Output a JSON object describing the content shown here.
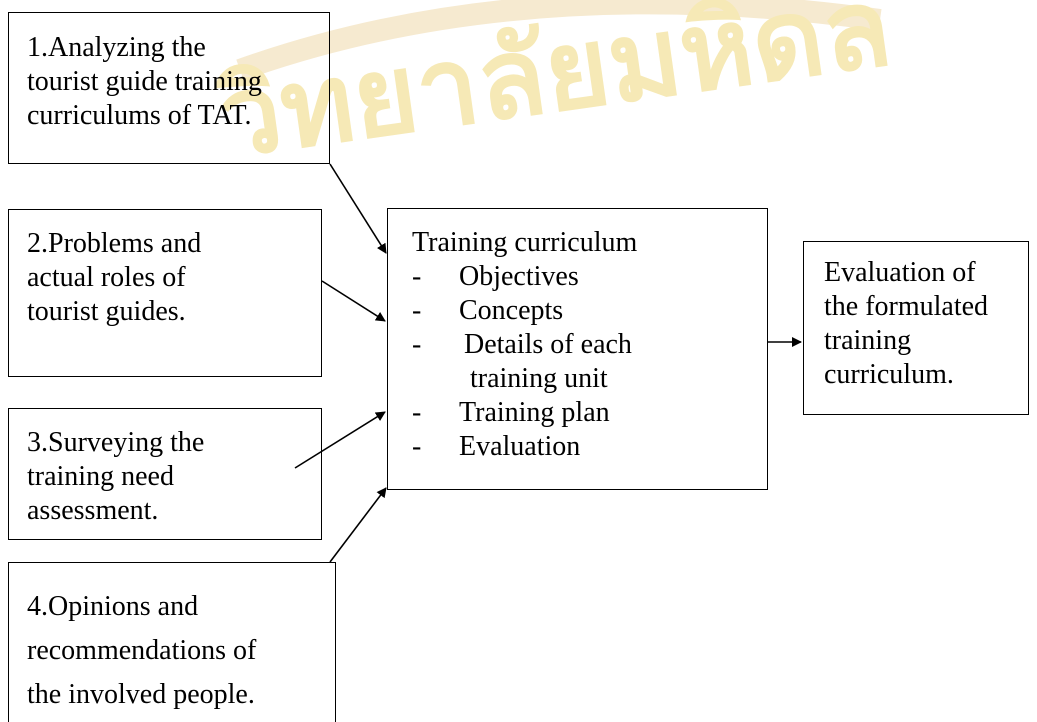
{
  "watermark": {
    "text": "วิทยาลัยมหิดล",
    "color": "#f5e7b8"
  },
  "boxes": {
    "analyzing": {
      "lines": [
        "1.Analyzing the",
        "tourist guide training",
        "curriculums of TAT."
      ]
    },
    "problems": {
      "lines": [
        "2.Problems and",
        "actual roles of",
        "tourist guides."
      ]
    },
    "surveying": {
      "lines": [
        "3.Surveying the",
        "training need",
        "assessment."
      ]
    },
    "opinions": {
      "lines": [
        "4.Opinions and",
        "recommendations of",
        "the involved people."
      ]
    },
    "curriculum": {
      "title": "Training curriculum",
      "dash": "-",
      "items": [
        "Objectives",
        "Concepts",
        "Details of each",
        "training unit",
        "Training plan",
        "Evaluation"
      ]
    },
    "evaluation": {
      "lines": [
        "Evaluation of",
        "the formulated",
        "training",
        "curriculum."
      ]
    }
  },
  "colors": {
    "line": "#000000",
    "box_border": "#000000"
  }
}
